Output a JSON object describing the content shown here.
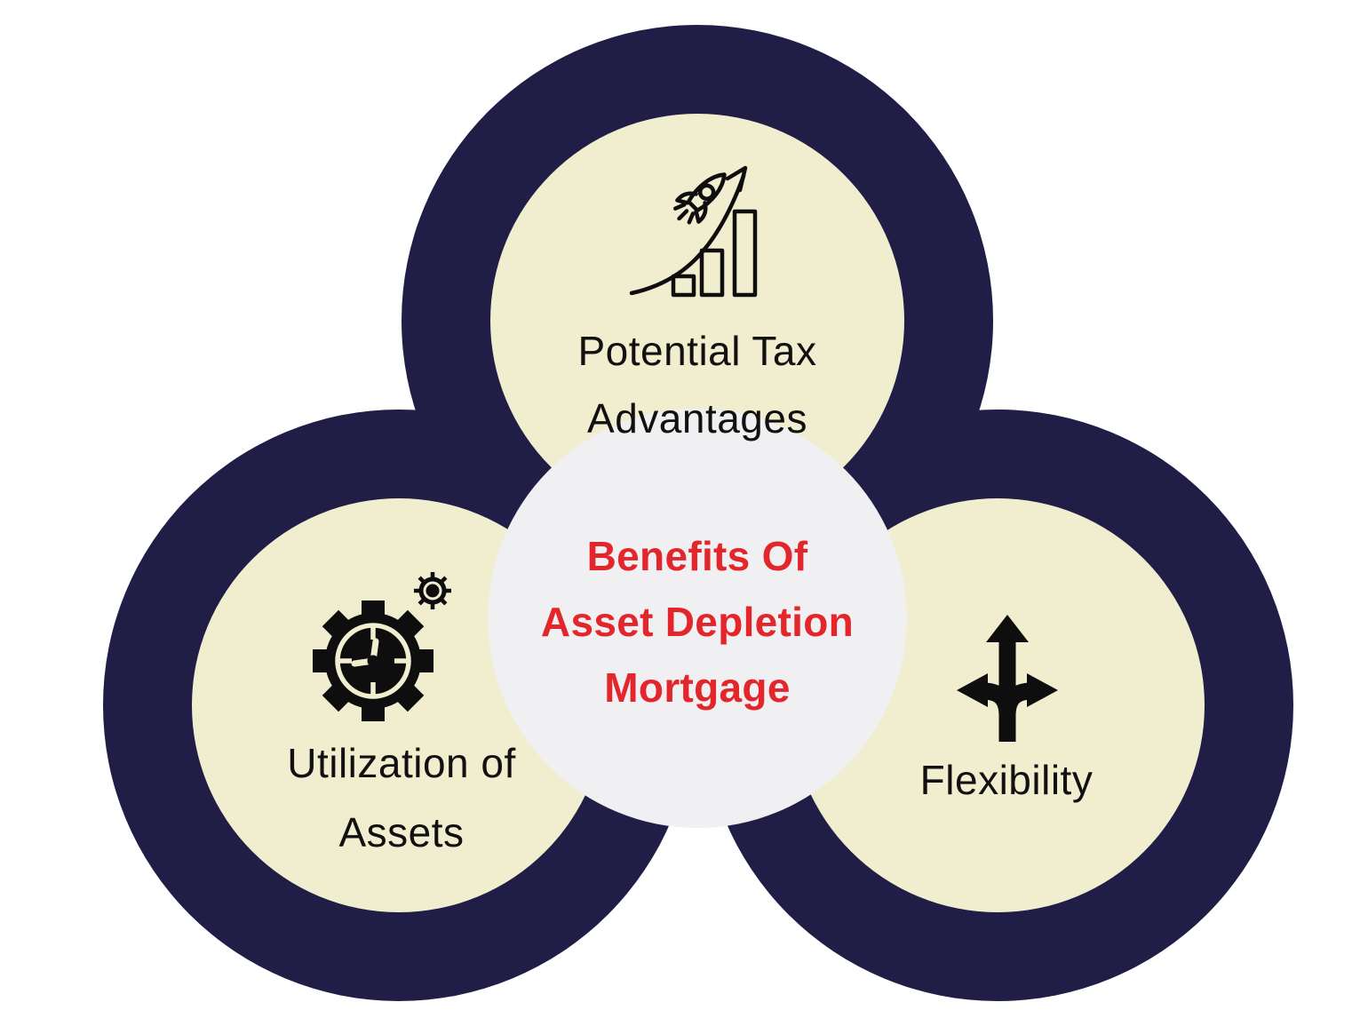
{
  "diagram": {
    "type": "three-circle benefits infographic",
    "background": "#ffffff"
  },
  "center_circle": {
    "line1": "Benefits Of",
    "line2": "Asset Depletion",
    "line3": "Mortgage",
    "text_color": "#e2262c",
    "bg_color": "#f0eff1"
  },
  "top_circle": {
    "line1": "Potential Tax",
    "line2": "Advantages",
    "icon": "rocket-growth-chart-icon"
  },
  "left_circle": {
    "line1": "Utilization of",
    "line2": "Assets",
    "icon": "gear-clock-icon"
  },
  "right_circle": {
    "line1": "Flexibility",
    "icon": "three-way-arrows-icon"
  },
  "colors": {
    "ring_navy": "#201d46",
    "inner_cream": "#f1eecf",
    "center_gray": "#f0eff1",
    "accent_red": "#e2262c",
    "icon_black": "#0e0e0e",
    "label_black": "#111111"
  }
}
